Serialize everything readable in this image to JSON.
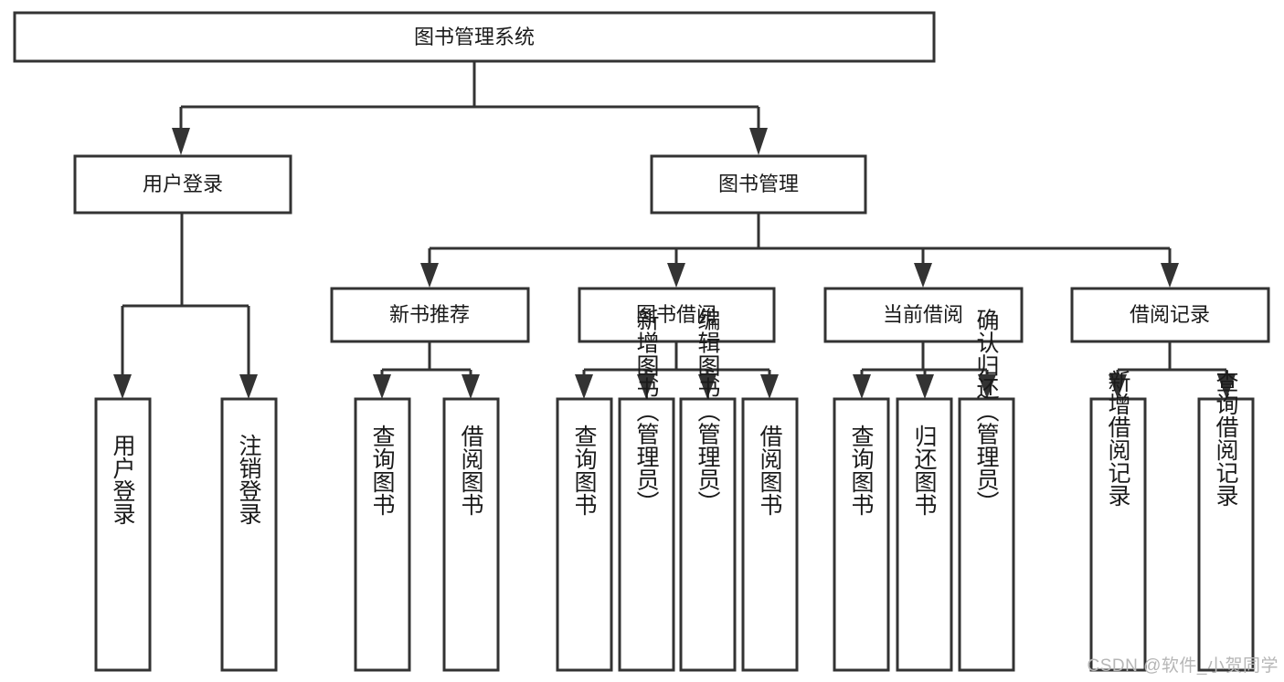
{
  "diagram": {
    "type": "tree-hierarchy",
    "title": "图书管理系统",
    "watermark": "CSDN @软件_小贺同学",
    "colors": {
      "box_stroke": "#333333",
      "box_fill": "#ffffff",
      "connector": "#333333",
      "text": "#1a1a1a",
      "watermark": "#b6b6b6"
    },
    "nodes": {
      "root": {
        "label": "图书管理系统"
      },
      "level2": [
        {
          "label": "用户登录"
        },
        {
          "label": "图书管理"
        }
      ],
      "level3": [
        {
          "label": "新书推荐"
        },
        {
          "label": "图书借阅"
        },
        {
          "label": "当前借阅"
        },
        {
          "label": "借阅记录"
        }
      ],
      "leaves_user_login": [
        {
          "label": "用户登录"
        },
        {
          "label": "注销登录"
        }
      ],
      "leaves_new_books": [
        {
          "label": "查询图书"
        },
        {
          "label": "借阅图书"
        }
      ],
      "leaves_borrow": [
        {
          "label": "查询图书"
        },
        {
          "label": "新增图书（管理员）"
        },
        {
          "label": "编辑图书（管理员）"
        },
        {
          "label": "借阅图书"
        }
      ],
      "leaves_current": [
        {
          "label": "查询图书"
        },
        {
          "label": "归还图书"
        },
        {
          "label": "确认归还（管理员）"
        }
      ],
      "leaves_records": [
        {
          "label": "新增借阅记录"
        },
        {
          "label": "查询借阅记录"
        }
      ]
    }
  }
}
